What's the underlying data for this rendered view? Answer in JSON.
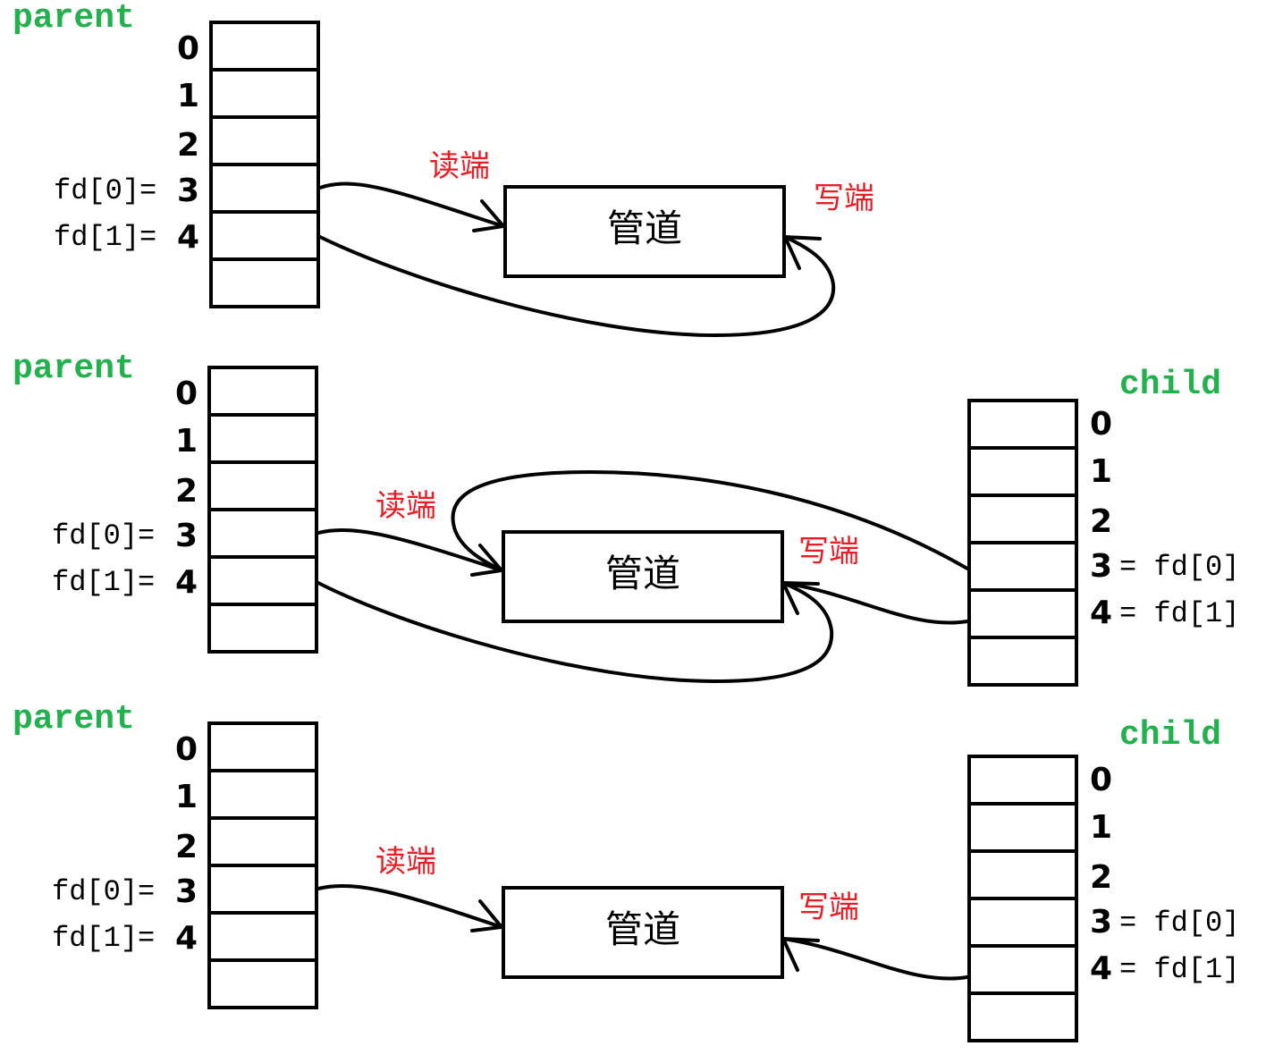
{
  "colors": {
    "process_label": "#22b14c",
    "end_label": "#ed1c24",
    "stroke": "#000000"
  },
  "panels": [
    {
      "parent": {
        "title": "parent",
        "rows": [
          "0",
          "1",
          "2",
          "3",
          "4",
          ""
        ],
        "prefixes": [
          "",
          "",
          "",
          "fd[0]=",
          "fd[1]=",
          ""
        ]
      },
      "pipe": {
        "label": "管道",
        "read_end": "读端",
        "write_end": "写端"
      },
      "child": null
    },
    {
      "parent": {
        "title": "parent",
        "rows": [
          "0",
          "1",
          "2",
          "3",
          "4",
          ""
        ],
        "prefixes": [
          "",
          "",
          "",
          "fd[0]=",
          "fd[1]=",
          ""
        ]
      },
      "pipe": {
        "label": "管道",
        "read_end": "读端",
        "write_end": "写端"
      },
      "child": {
        "title": "child",
        "rows": [
          "0",
          "1",
          "2",
          "3",
          "4",
          ""
        ],
        "suffixes": [
          "",
          "",
          "",
          "= fd[0]",
          "= fd[1]",
          ""
        ]
      }
    },
    {
      "parent": {
        "title": "parent",
        "rows": [
          "0",
          "1",
          "2",
          "3",
          "4",
          ""
        ],
        "prefixes": [
          "",
          "",
          "",
          "fd[0]=",
          "fd[1]=",
          ""
        ]
      },
      "pipe": {
        "label": "管道",
        "read_end": "读端",
        "write_end": "写端"
      },
      "child": {
        "title": "child",
        "rows": [
          "0",
          "1",
          "2",
          "3",
          "4",
          ""
        ],
        "suffixes": [
          "",
          "",
          "",
          "= fd[0]",
          "= fd[1]",
          ""
        ]
      }
    }
  ]
}
